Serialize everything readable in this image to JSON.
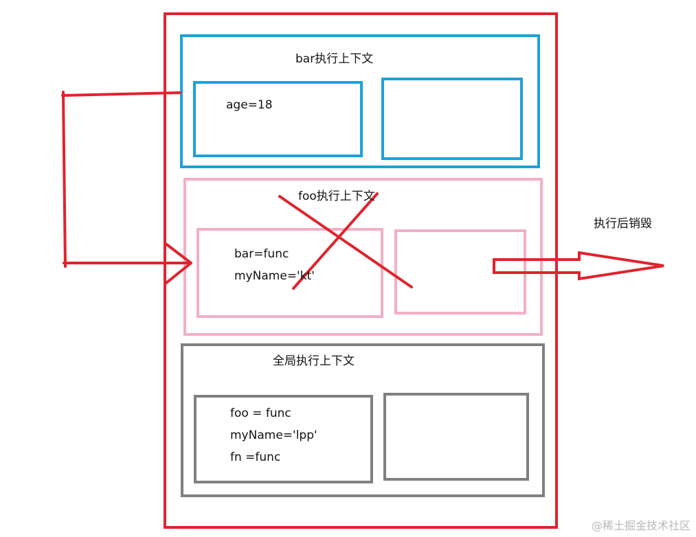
{
  "contexts": {
    "bar": {
      "title": "bar执行上下文",
      "variables": [
        "age=18"
      ]
    },
    "foo": {
      "title": "foo执行上下文",
      "variables": [
        "bar=func",
        "myName='kt'"
      ]
    },
    "global": {
      "title": "全局执行上下文",
      "variables": [
        "foo = func",
        "myName='lpp'",
        "fn =func"
      ]
    }
  },
  "annotation": "执行后销毁",
  "watermark": "@稀土掘金技术社区",
  "colors": {
    "stack": "#e0232d",
    "bar": "#1ba1dc",
    "foo": "#f2afc6",
    "global": "#808080"
  }
}
